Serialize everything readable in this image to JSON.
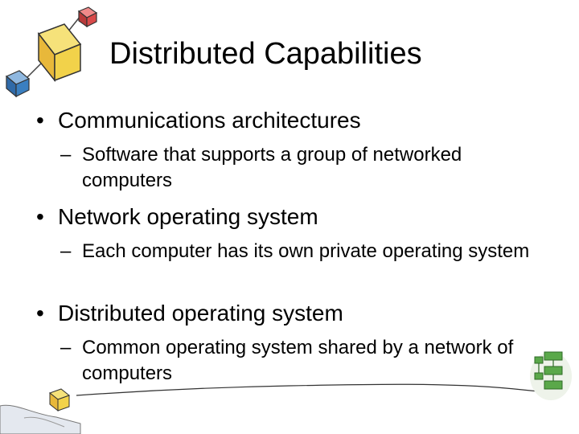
{
  "slide": {
    "title": "Distributed Capabilities",
    "bullet_marker": "•",
    "dash_marker": "–",
    "items": [
      {
        "heading": "Communications architectures",
        "detail": "Software that supports a group of networked computers"
      },
      {
        "heading": "Network operating system",
        "detail": "Each computer has its own private operating system"
      },
      {
        "heading": "Distributed operating system",
        "detail": "Common operating system shared by a network of computers"
      }
    ]
  },
  "colors": {
    "cube_yellow": "#f2d24a",
    "cube_blue": "#3a7fc0",
    "cube_red": "#d94a4a",
    "flow_green": "#5aa84a"
  }
}
